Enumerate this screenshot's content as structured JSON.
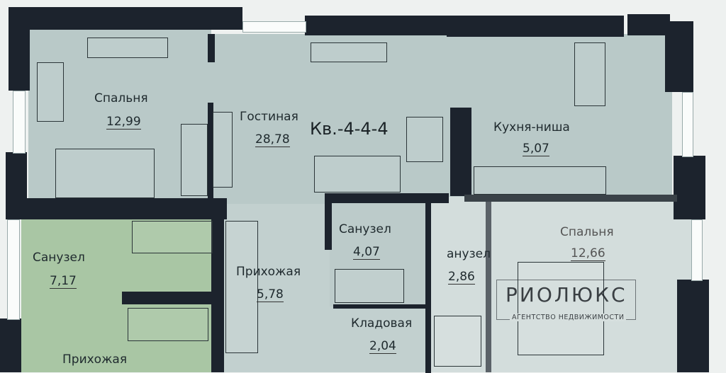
{
  "apartment_label": "Кв.-4-4-4",
  "rooms": [
    {
      "name": "Спальня",
      "area": "12,99"
    },
    {
      "name": "Гостиная",
      "area": "28,78"
    },
    {
      "name": "Кухня-ниша",
      "area": "5,07"
    },
    {
      "name": "Санузел",
      "area": "7,17"
    },
    {
      "name": "Прихожая",
      "area": "5,78"
    },
    {
      "name": "Санузел",
      "area": "4,07"
    },
    {
      "name": "анузел",
      "area": "2,86"
    },
    {
      "name": "Спальня",
      "area": "12,66"
    },
    {
      "name": "Кладовая",
      "area": "2,04"
    },
    {
      "name": "Прихожая",
      "area": ""
    }
  ],
  "watermark": {
    "name": "РИОЛЮКС",
    "subtitle": "АГЕНТСТВО НЕДВИЖИМОСТИ"
  },
  "colors": {
    "room": "#b9c9c8",
    "green": "#a9c6a4",
    "light": "#d3dddc",
    "wall": "#1c232d"
  }
}
